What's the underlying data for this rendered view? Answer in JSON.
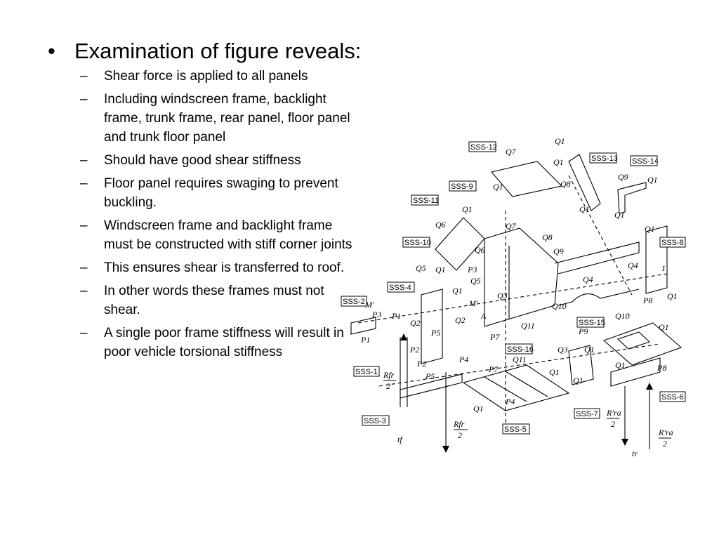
{
  "heading": {
    "bullet": "•",
    "text": "Examination of figure reveals:"
  },
  "sub_items": [
    {
      "dash": "–",
      "text": "Shear force is applied to all panels"
    },
    {
      "dash": "–",
      "text": "Including windscreen frame, backlight frame, trunk frame, rear panel, floor panel and trunk floor panel"
    },
    {
      "dash": "–",
      "text": "Should have good shear stiffness"
    },
    {
      "dash": "–",
      "text": "Floor panel requires swaging to prevent buckling."
    },
    {
      "dash": "–",
      "text": "Windscreen frame and backlight frame must be constructed with stiff corner joints"
    },
    {
      "dash": "–",
      "text": "This ensures shear is transferred to roof."
    },
    {
      "dash": "–",
      "text": "In other words these frames must not shear."
    },
    {
      "dash": "–",
      "text": "A single poor frame stiffness will result in poor vehicle torsional stiffness"
    }
  ],
  "figure": {
    "sss_labels": [
      "SSS-1",
      "SSS-2",
      "SSS-3",
      "SSS-4",
      "SSS-5",
      "SSS-6",
      "SSS-7",
      "SSS-8",
      "SSS-9",
      "SSS-10",
      "SSS-11",
      "SSS-12",
      "SSS-13",
      "SSS-14",
      "SSS-15",
      "SSS-16"
    ],
    "force_labels": [
      "Q1",
      "Q2",
      "Q3",
      "Q4",
      "Q5",
      "Q6",
      "Q7",
      "Q8",
      "Q9",
      "Q10",
      "Q11",
      "P1",
      "P2",
      "P3",
      "P4",
      "P5",
      "P7",
      "P8",
      "P9",
      "M'",
      "A",
      "1"
    ],
    "reaction_labels": {
      "rfr_top": "Rfr",
      "rfr_bottom": "2",
      "rra_top": "R'ra",
      "rra_bottom": "2",
      "tf": "tf",
      "tr": "tr"
    }
  }
}
